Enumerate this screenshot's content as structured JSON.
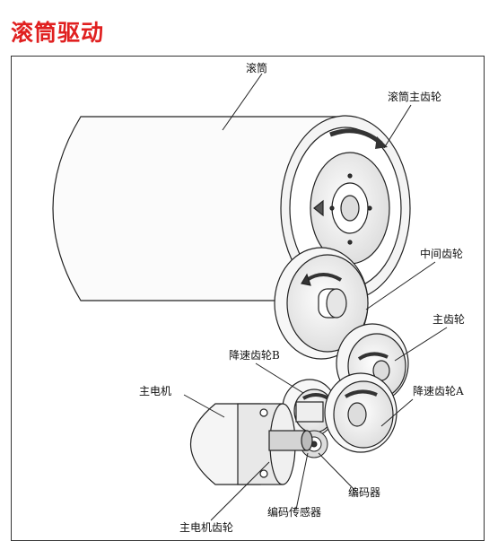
{
  "title": "滚筒驱动",
  "labels": {
    "drum": "滚筒",
    "drum_main_gear": "滚筒主齿轮",
    "intermediate_gear": "中间齿轮",
    "main_gear": "主齿轮",
    "reduction_gear_b": "降速齿轮B",
    "reduction_gear_a": "降速齿轮A",
    "main_motor": "主电机",
    "encoder": "编码器",
    "encoder_sensor": "编码传感器",
    "main_motor_gear": "主电机齿轮"
  }
}
